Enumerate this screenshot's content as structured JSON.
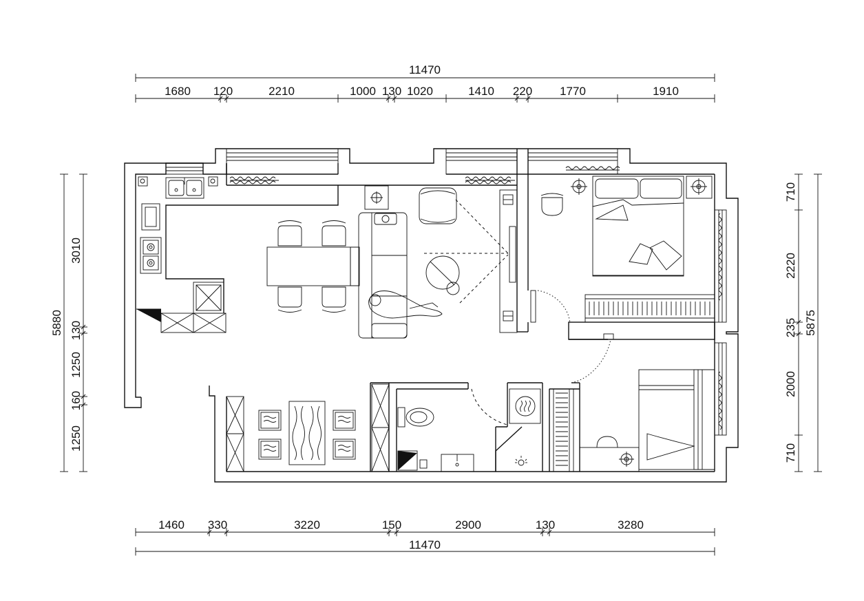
{
  "plan": {
    "top_total": "11470",
    "top_segments": [
      "1680",
      "120",
      "2210",
      "1000",
      "130",
      "1020",
      "1410",
      "220",
      "1770",
      "1910"
    ],
    "bottom_segments": [
      "1460",
      "330",
      "3220",
      "150",
      "2900",
      "130",
      "3280"
    ],
    "bottom_total": "11470",
    "left_outer": "5880",
    "left_segments": [
      "3010",
      "130",
      "1250",
      "160",
      "1250"
    ],
    "right_outer": "5875",
    "right_segments": [
      "710",
      "2220",
      "235",
      "2000",
      "710"
    ]
  }
}
